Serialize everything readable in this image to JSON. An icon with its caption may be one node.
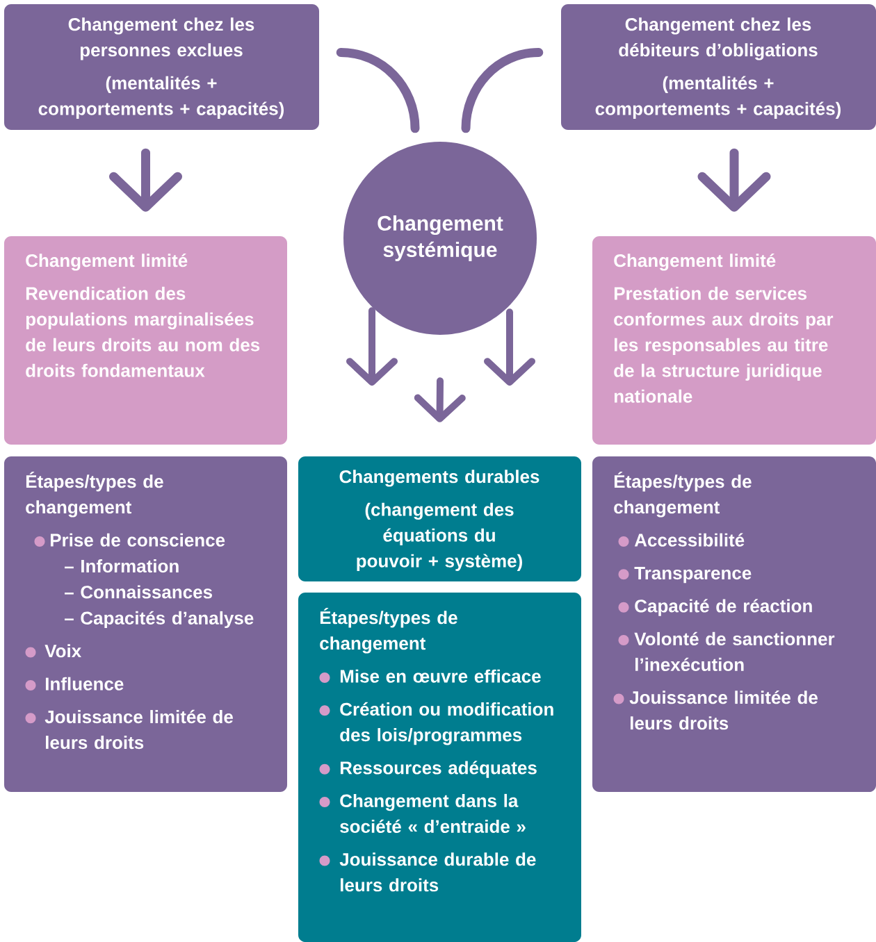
{
  "diagram": {
    "nodes": [
      {
        "text": [
          "Changement chez les personnes exclues",
          "(mentalités + comportements + capacités)"
        ]
      },
      {
        "text": [
          "Changement chez les débiteurs d’obligations",
          "(mentalités + comportements + capacités)"
        ]
      },
      {
        "text": [
          "Changement systémique"
        ]
      },
      {
        "text": [
          "Changement limité",
          "Revendication des populations marginalisées de leurs droits au nom des droits fondamentaux"
        ]
      },
      {
        "text": [
          "Changement limité",
          "Prestation de services conformes aux droits par les responsables au titre de la structure juridique nationale"
        ]
      },
      {
        "text": [
          "Étapes/types de changement",
          "Prise de conscience",
          "– Information",
          "– Connaissances",
          "– Capacités d’analyse",
          "Voix",
          "Influence",
          "Jouissance limitée de leurs droits"
        ]
      },
      {
        "text": [
          "Changements durables",
          "(changement des équations du pouvoir + système)"
        ]
      },
      {
        "text": [
          "Étapes/types de changement",
          "Mise en œuvre efficace",
          "Création ou modification des lois/programmes",
          "Ressources adéquates",
          "Changement dans la société « d’entraide »",
          "Jouissance durable de leurs droits"
        ]
      },
      {
        "text": [
          "Étapes/types de changement",
          "Accessibilité",
          "Transparence",
          "Capacité de réaction",
          "Volonté de sanctionner l’inexécution",
          "Jouissance limitée de leurs droits"
        ]
      }
    ],
    "edges": [
      {
        "from": 0,
        "to": 2,
        "arrow": "none"
      },
      {
        "from": 1,
        "to": 2,
        "arrow": "none"
      },
      {
        "from": 0,
        "to": 3,
        "arrow": "to"
      },
      {
        "from": 1,
        "to": 4,
        "arrow": "to"
      },
      {
        "from": 2,
        "to": null,
        "arrow": "to"
      },
      {
        "from": 2,
        "to": 6,
        "arrow": "to"
      },
      {
        "from": 2,
        "to": null,
        "arrow": "to"
      }
    ]
  }
}
